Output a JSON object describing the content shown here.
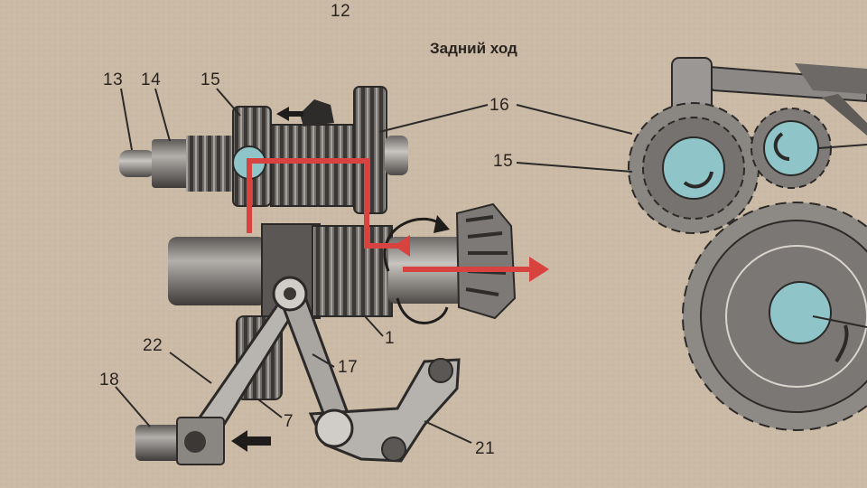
{
  "page_number": "12",
  "title": "Задний ход",
  "labels": {
    "l13": "13",
    "l14": "14",
    "l15a": "15",
    "l16": "16",
    "l15b": "15",
    "l22": "22",
    "l18": "18",
    "l1": "1",
    "l17": "17",
    "l7": "7",
    "l21": "21"
  },
  "colors": {
    "paper": "#cbbba6",
    "metal_dark": "#3b3836",
    "metal_mid": "#7d7a76",
    "metal_light": "#b2afab",
    "power_flow": "#d8423f",
    "spline_blue": "#8fc4c9"
  }
}
